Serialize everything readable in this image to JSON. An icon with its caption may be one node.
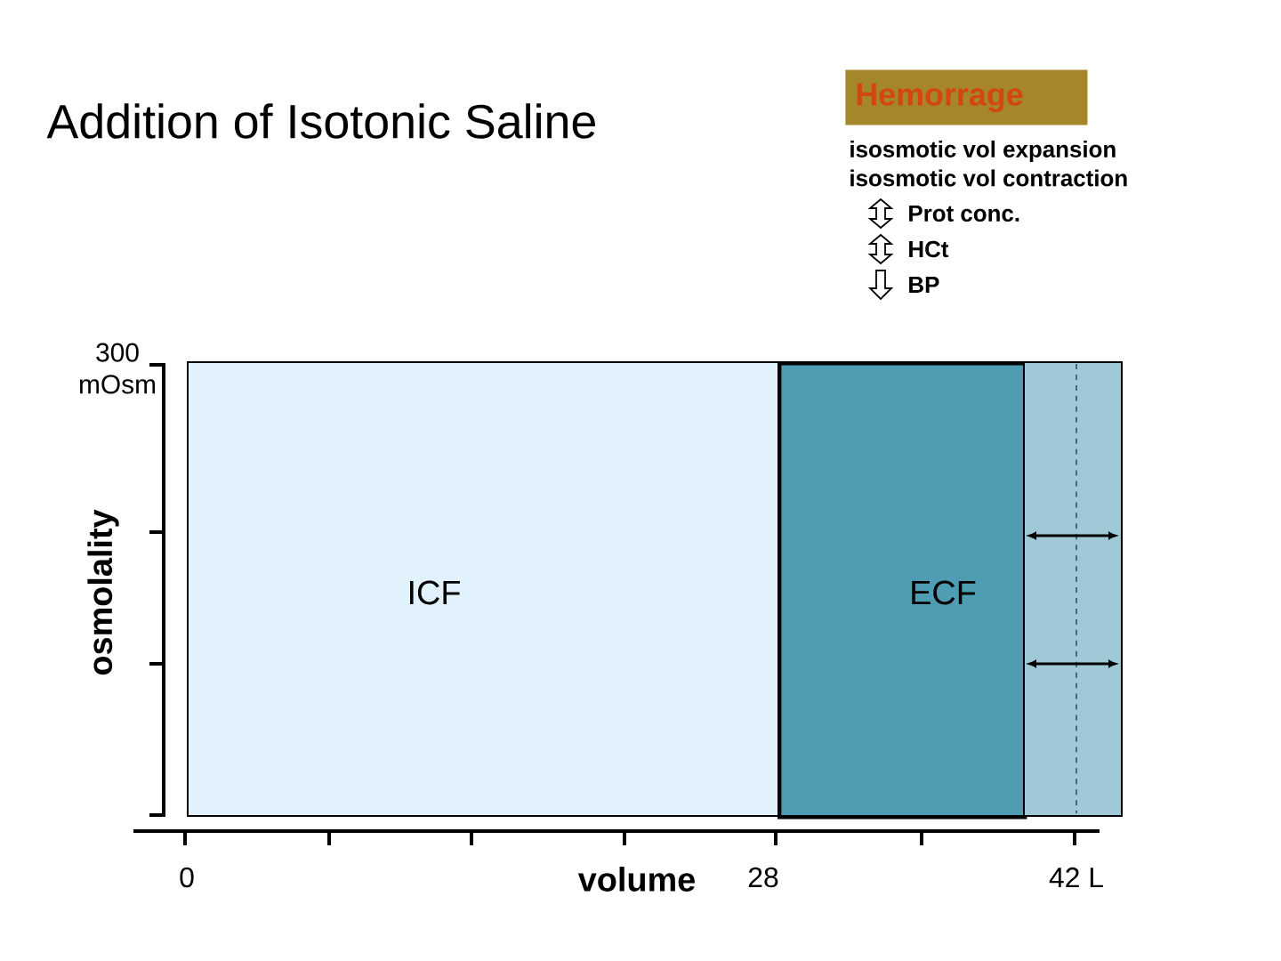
{
  "diagram": {
    "title": "Addition of Isotonic Saline",
    "nodes": [
      {
        "text": [
          "Hemorrage"
        ]
      },
      {
        "text": [
          "ICF"
        ]
      },
      {
        "text": [
          "ECF"
        ]
      },
      {
        "text": [],
        "shape": "box"
      }
    ],
    "labels": [
      "isosmotic vol expansion",
      "isosmotic vol contraction",
      "Prot conc.",
      "HCt",
      "BP",
      "300 mOsm",
      "osmolality",
      "0",
      "volume",
      "28",
      "42 L"
    ]
  }
}
